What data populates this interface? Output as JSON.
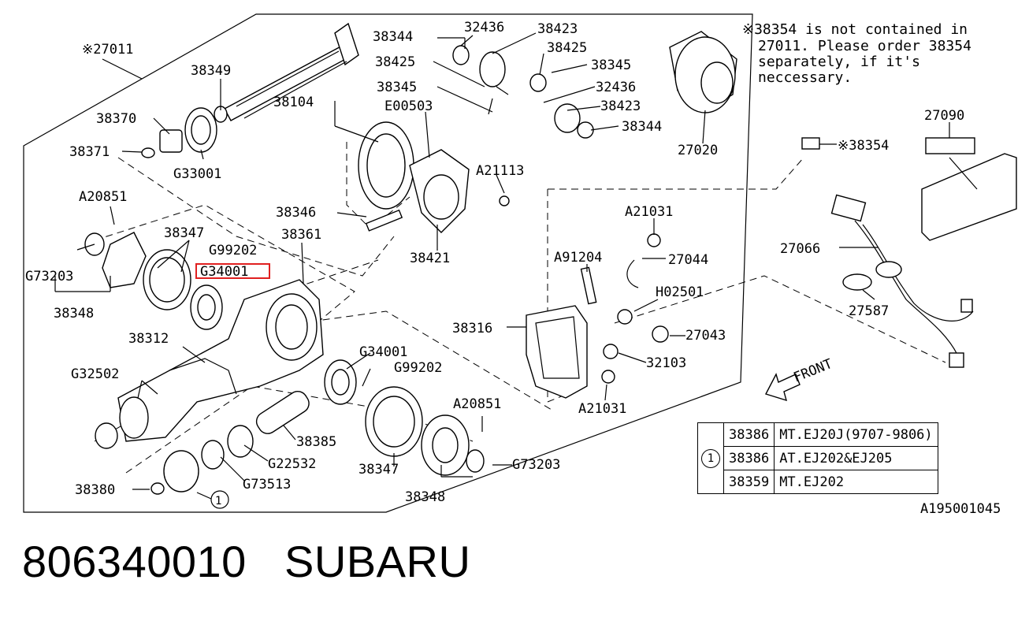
{
  "note": {
    "lines": [
      "※38354 is not contained in",
      "27011. Please order 38354",
      "separately, if it's",
      "neccessary."
    ]
  },
  "labels": [
    "※27011",
    "38349",
    "38370",
    "38371",
    "G33001",
    "A20851",
    "38347",
    "G99202",
    "G34001",
    "38361",
    "G73203",
    "38348",
    "38312",
    "G32502",
    "38380",
    "G73513",
    "G22532",
    "38385",
    "38347",
    "38348",
    "G34001",
    "G99202",
    "A20851",
    "G73203",
    "38344",
    "32436",
    "38423",
    "38425",
    "38345",
    "38104",
    "38425",
    "38345",
    "E00503",
    "32436",
    "38423",
    "38344",
    "A21113",
    "38346",
    "38421",
    "27020",
    "27090",
    "※38354",
    "A21031",
    "27044",
    "A91204",
    "H02501",
    "38316",
    "27043",
    "32103",
    "A21031",
    "27066",
    "27587"
  ],
  "highlighted_part": "G34001",
  "front_label": "FRONT",
  "circled_marker": "1",
  "table": {
    "marker": "1",
    "rows": [
      {
        "part": "38386",
        "desc": "MT.EJ20J(9707-9806)"
      },
      {
        "part": "38386",
        "desc": "AT.EJ202&EJ205"
      },
      {
        "part": "38359",
        "desc": "MT.EJ202"
      }
    ]
  },
  "diagram_code": "A195001045",
  "caption": {
    "part_number": "806340010",
    "brand": "SUBARU"
  }
}
